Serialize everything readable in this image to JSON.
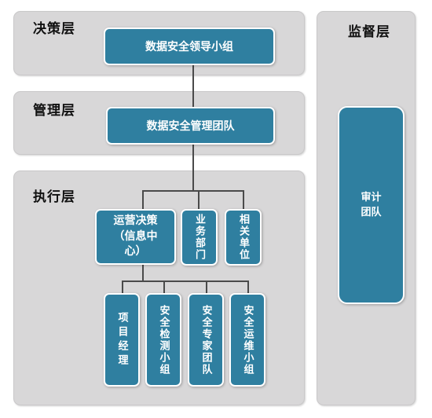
{
  "decision_layer": {
    "title": "决策层",
    "box": "数据安全领导小组"
  },
  "management_layer": {
    "title": "管理层",
    "box": "数据安全管理团队"
  },
  "execution_layer": {
    "title": "执行层",
    "ops_box": "运营决策\n（信息中\n心）",
    "business": "业务部门",
    "related": "相关单位",
    "project_manager": "项目经理",
    "security_testing": "安全检测小组",
    "security_expert": "安全专家团队",
    "security_ops": "安全运维小组"
  },
  "supervision_layer": {
    "title": "监督层",
    "audit": "审计\n团队"
  },
  "colors": {
    "box_fill": "#2f7fa0",
    "panel_fill": "#d8d7d8",
    "connector": "#4a4a4a"
  }
}
